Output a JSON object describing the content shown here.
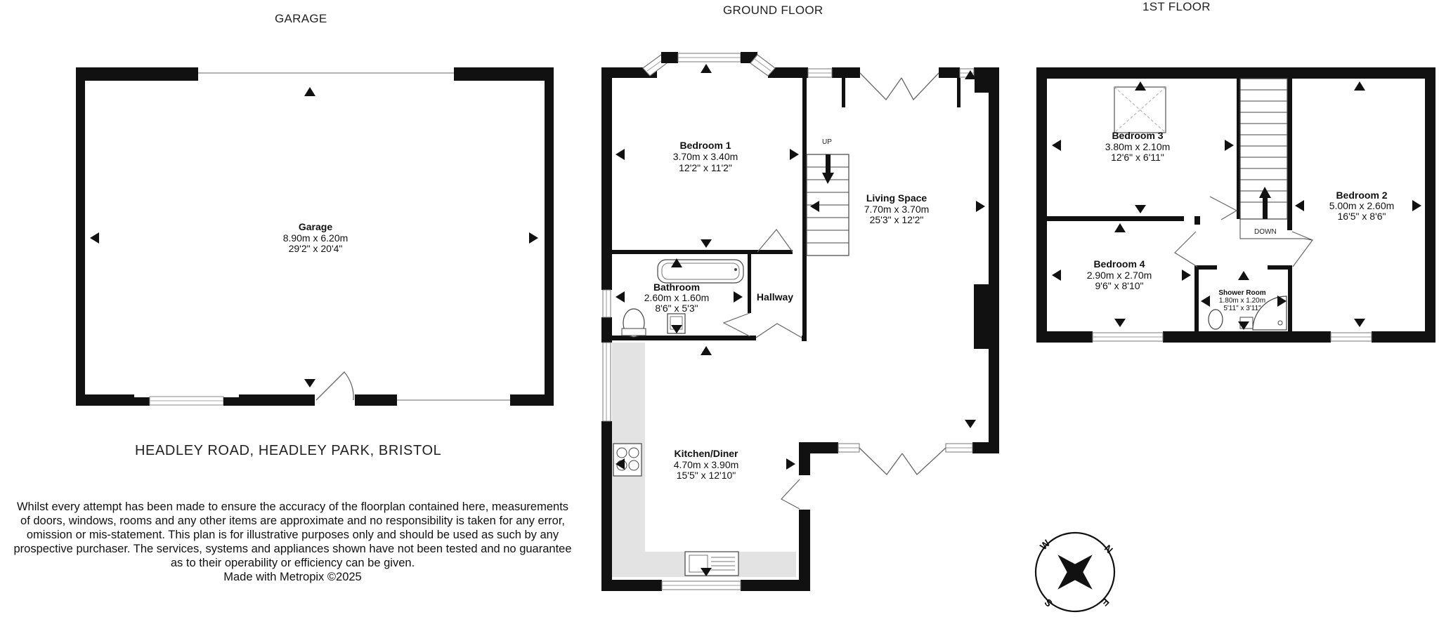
{
  "sections": {
    "garage": "GARAGE",
    "ground_floor": "GROUND FLOOR",
    "first_floor": "1ST FLOOR"
  },
  "rooms": {
    "garage": {
      "name": "Garage",
      "metric": "8.90m  x 6.20m",
      "imperial": "29'2\"  x 20'4\""
    },
    "bedroom1": {
      "name": "Bedroom 1",
      "metric": "3.70m  x 3.40m",
      "imperial": "12'2\"  x 11'2\""
    },
    "living": {
      "name": "Living Space",
      "metric": "7.70m  x 3.70m",
      "imperial": "25'3\"  x 12'2\""
    },
    "bathroom": {
      "name": "Bathroom",
      "metric": "2.60m  x 1.60m",
      "imperial": "8'6\"  x 5'3\""
    },
    "hallway": {
      "name": "Hallway"
    },
    "kitchen": {
      "name": "Kitchen/Diner",
      "metric": "4.70m  x 3.90m",
      "imperial": "15'5\"  x 12'10\""
    },
    "bedroom3": {
      "name": "Bedroom 3",
      "metric": "3.80m  x 2.10m",
      "imperial": "12'6\"  x 6'11\""
    },
    "bedroom2": {
      "name": "Bedroom 2",
      "metric": "5.00m  x 2.60m",
      "imperial": "16'5\"  x 8'6\""
    },
    "bedroom4": {
      "name": "Bedroom 4",
      "metric": "2.90m  x 2.70m",
      "imperial": "9'6\"  x 8'10\""
    },
    "shower": {
      "name": "Shower Room",
      "metric": "1.80m  x 1.20m",
      "imperial": "5'11\"  x 3'11\""
    }
  },
  "labels": {
    "up": "UP",
    "down": "DOWN"
  },
  "compass": {
    "n": "N",
    "e": "E",
    "s": "S",
    "w": "W"
  },
  "address": "HEADLEY ROAD, HEADLEY PARK, BRISTOL",
  "disclaimer": {
    "lines": [
      "Whilst every attempt has been made to ensure the accuracy of the floorplan contained here, measurements",
      "of doors, windows, rooms and any other items are approximate and no responsibility is taken for any error,",
      "omission or mis-statement. This plan is for illustrative purposes only and should be used as such by any",
      "prospective purchaser. The services, systems and appliances shown have not been tested and no guarantee",
      "as to their operability or efficiency can be given."
    ],
    "credit": "Made with Metropix ©2025"
  }
}
